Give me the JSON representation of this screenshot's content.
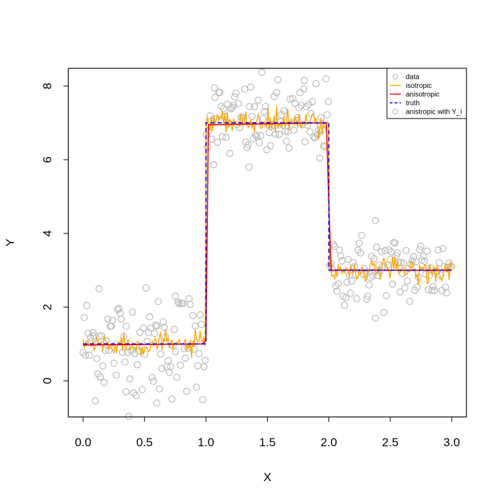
{
  "chart_data": {
    "type": "scatter",
    "xlabel": "X",
    "ylabel": "Y",
    "xlim": [
      -0.12,
      3.12
    ],
    "ylim": [
      -0.98,
      8.48
    ],
    "x_ticks": [
      0.0,
      0.5,
      1.0,
      1.5,
      2.0,
      2.5,
      3.0
    ],
    "x_tick_labels": [
      "0.0",
      "0.5",
      "1.0",
      "1.5",
      "2.0",
      "2.5",
      "3.0"
    ],
    "y_ticks": [
      0,
      2,
      4,
      6,
      8
    ],
    "y_tick_labels": [
      "0",
      "2",
      "4",
      "6",
      "8"
    ],
    "grid": false,
    "legend_position": "top-right",
    "legend": [
      {
        "label": "data",
        "style": "circle",
        "color": "#bebebe"
      },
      {
        "label": "isotropic",
        "style": "line",
        "color": "#ffa500"
      },
      {
        "label": "anisotropic",
        "style": "line",
        "color": "#ff0000"
      },
      {
        "label": "truth",
        "style": "dashed",
        "color": "#0000ff"
      },
      {
        "label": "anistropic with Y_i",
        "style": "circle",
        "color": "#bebebe"
      }
    ],
    "truth": {
      "name": "truth",
      "color": "#0000ff",
      "x": [
        0.0,
        1.0,
        1.0,
        2.0,
        2.0,
        3.0
      ],
      "y": [
        1.0,
        1.0,
        7.0,
        7.0,
        3.0,
        3.0
      ]
    },
    "data_summary": {
      "name": "data",
      "color": "#bebebe",
      "n_points": 300,
      "segments": [
        {
          "x_range": [
            0.0,
            1.0
          ],
          "level": 1.0,
          "spread": 0.75
        },
        {
          "x_range": [
            1.0,
            2.0
          ],
          "level": 7.0,
          "spread": 0.55
        },
        {
          "x_range": [
            2.0,
            3.0
          ],
          "level": 3.0,
          "spread": 0.5
        }
      ],
      "notable_points": [
        {
          "x": 0.13,
          "y": 2.5
        },
        {
          "x": 0.6,
          "y": -0.6
        },
        {
          "x": 1.07,
          "y": 7.95
        },
        {
          "x": 1.8,
          "y": 8.15
        },
        {
          "x": 1.35,
          "y": 5.8
        },
        {
          "x": 2.38,
          "y": 4.35
        },
        {
          "x": 2.38,
          "y": 1.7
        },
        {
          "x": 0.75,
          "y": 2.3
        },
        {
          "x": 0.35,
          "y": -0.3
        }
      ]
    },
    "isotropic_fit": {
      "name": "isotropic",
      "color": "#ffa500",
      "description_levels": [
        1.0,
        7.0,
        3.0
      ],
      "noise_amplitude": 0.25
    },
    "anisotropic_fit": {
      "name": "anisotropic",
      "color": "#ff0000",
      "x": [
        0.0,
        0.97,
        1.0,
        1.02,
        1.98,
        2.0,
        2.02,
        3.0
      ],
      "y": [
        0.97,
        1.0,
        1.1,
        6.95,
        7.0,
        4.8,
        3.0,
        3.0
      ]
    }
  }
}
